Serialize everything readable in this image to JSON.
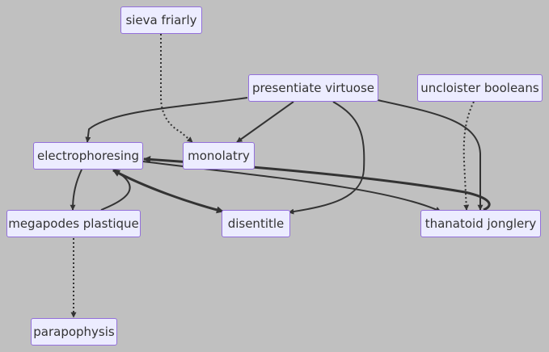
{
  "diagram": {
    "type": "flowchart",
    "nodes": [
      {
        "id": "sieva",
        "label": "sieva friarly"
      },
      {
        "id": "presentiate",
        "label": "presentiate virtuose"
      },
      {
        "id": "uncloister",
        "label": "uncloister booleans"
      },
      {
        "id": "electro",
        "label": "electrophoresing"
      },
      {
        "id": "monolatry",
        "label": "monolatry"
      },
      {
        "id": "megapodes",
        "label": "megapodes plastique"
      },
      {
        "id": "disentitle",
        "label": "disentitle"
      },
      {
        "id": "thanatoid",
        "label": "thanatoid jonglery"
      },
      {
        "id": "parapophysis",
        "label": "parapophysis"
      }
    ],
    "edges": [
      {
        "from": "sieva",
        "to": "monolatry",
        "style": "dotted"
      },
      {
        "from": "presentiate",
        "to": "electro",
        "style": "solid"
      },
      {
        "from": "presentiate",
        "to": "monolatry",
        "style": "solid"
      },
      {
        "from": "presentiate",
        "to": "disentitle",
        "style": "solid"
      },
      {
        "from": "presentiate",
        "to": "thanatoid",
        "style": "solid"
      },
      {
        "from": "uncloister",
        "to": "thanatoid",
        "style": "dotted"
      },
      {
        "from": "electro",
        "to": "megapodes",
        "style": "solid"
      },
      {
        "from": "megapodes",
        "to": "electro",
        "style": "solid"
      },
      {
        "from": "electro",
        "to": "disentitle",
        "style": "thick"
      },
      {
        "from": "electro",
        "to": "thanatoid",
        "style": "solid"
      },
      {
        "from": "thanatoid",
        "to": "electro",
        "style": "thick"
      },
      {
        "from": "megapodes",
        "to": "parapophysis",
        "style": "dotted"
      }
    ],
    "colors": {
      "background": "#c0c0c0",
      "node_fill": "#ececff",
      "node_border": "#9370db",
      "edge": "#333333",
      "text": "#333333"
    }
  }
}
